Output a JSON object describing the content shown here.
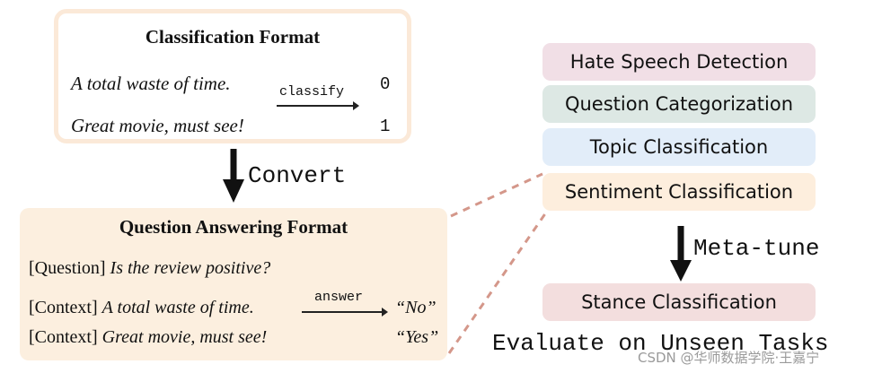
{
  "classification": {
    "title": "Classification Format",
    "examples": [
      {
        "text": "A total waste of time.",
        "label": "0"
      },
      {
        "text": "Great movie, must see!",
        "label": "1"
      }
    ],
    "arrow_label": "classify"
  },
  "convert_label": "Convert",
  "qa": {
    "title": "Question Answering Format",
    "question_tag": "[Question]",
    "question_text": "Is the review positive?",
    "context_tag": "[Context]",
    "rows": [
      {
        "text": "A total waste of time.",
        "answer": "“No”"
      },
      {
        "text": "Great movie, must see!",
        "answer": "“Yes”"
      }
    ],
    "arrow_label": "answer"
  },
  "tasks": [
    {
      "label": "Hate Speech Detection",
      "color": "#f1dfe6"
    },
    {
      "label": "Question Categorization",
      "color": "#dde8e4"
    },
    {
      "label": "Topic Classification",
      "color": "#e2edf9"
    },
    {
      "label": "Sentiment Classification",
      "color": "#fdeedd"
    }
  ],
  "meta_tune_label": "Meta-tune",
  "stance_task": {
    "label": "Stance Classification",
    "color": "#f3dede"
  },
  "evaluate_label": "Evaluate on Unseen Tasks",
  "watermark": "CSDN @华师数据学院·王嘉宁"
}
